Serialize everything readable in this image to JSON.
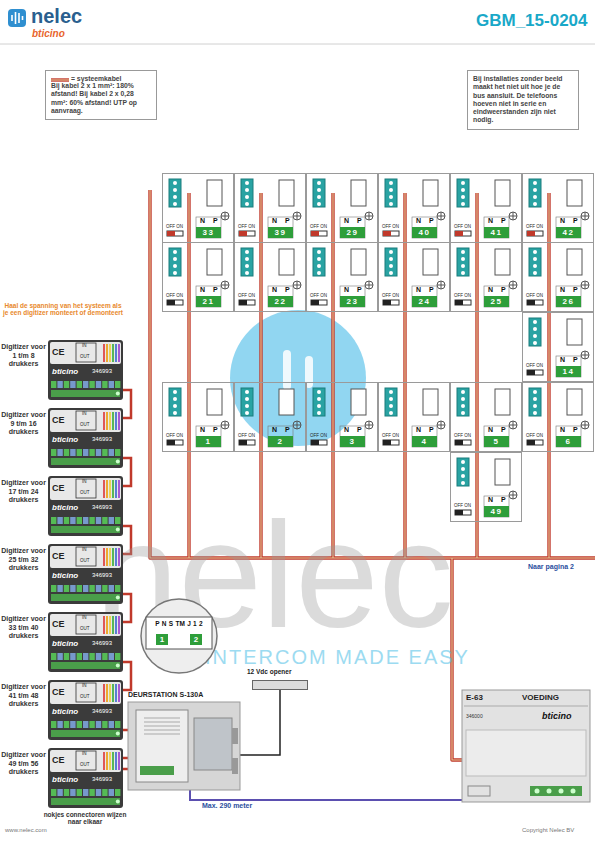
{
  "diagram": {
    "title": "GBM_15-0204",
    "nodes": [
      {
        "text": [
          "= systeemkabel",
          "Bij kabel 2 x 1 mm²: 180% afstand! Bij kabel 2 x 0,28 mm²: 60% afstand! UTP op aanvraag."
        ]
      },
      {
        "text": [
          "Bij installaties zonder beeld maakt het niet uit hoe je de bus aansluit. De telefoons hoeven niet in serie en eindweerstanden zijn niet nodig."
        ]
      },
      {
        "text": [
          "OFF ON",
          "N",
          "P",
          "33"
        ]
      },
      {
        "text": [
          "OFF ON",
          "N",
          "P",
          "39"
        ]
      },
      {
        "text": [
          "OFF ON",
          "N",
          "P",
          "29"
        ]
      },
      {
        "text": [
          "OFF ON",
          "N",
          "P",
          "40"
        ]
      },
      {
        "text": [
          "OFF ON",
          "N",
          "P",
          "41"
        ]
      },
      {
        "text": [
          "OFF ON",
          "N",
          "P",
          "42"
        ]
      },
      {
        "text": [
          "OFF ON",
          "N",
          "P",
          "21"
        ]
      },
      {
        "text": [
          "OFF ON",
          "N",
          "P",
          "22"
        ]
      },
      {
        "text": [
          "OFF ON",
          "N",
          "P",
          "23"
        ]
      },
      {
        "text": [
          "OFF ON",
          "N",
          "P",
          "24"
        ]
      },
      {
        "text": [
          "OFF ON",
          "N",
          "P",
          "25"
        ]
      },
      {
        "text": [
          "OFF ON",
          "N",
          "P",
          "26"
        ]
      },
      {
        "text": [
          "OFF ON",
          "N",
          "P",
          "14"
        ]
      },
      {
        "text": [
          "OFF ON",
          "N",
          "P",
          "1"
        ]
      },
      {
        "text": [
          "OFF ON",
          "N",
          "P",
          "2"
        ]
      },
      {
        "text": [
          "OFF ON",
          "N",
          "P",
          "3"
        ]
      },
      {
        "text": [
          "OFF ON",
          "N",
          "P",
          "4"
        ]
      },
      {
        "text": [
          "OFF ON",
          "N",
          "P",
          "5"
        ]
      },
      {
        "text": [
          "OFF ON",
          "N",
          "P",
          "6"
        ]
      },
      {
        "text": [
          "OFF ON",
          "N",
          "P",
          "49"
        ]
      },
      {
        "text": [
          "Digitizer voor 1 t/m 8 drukkers",
          "CE",
          "IN",
          "OUT",
          "bticino",
          "346993"
        ]
      },
      {
        "text": [
          "Digitizer voor 9 t/m 16 drukkers",
          "CE",
          "IN",
          "OUT",
          "bticino",
          "346993"
        ]
      },
      {
        "text": [
          "Digitizer voor 17 t/m 24 drukkers",
          "CE",
          "IN",
          "OUT",
          "bticino",
          "346993"
        ]
      },
      {
        "text": [
          "Digitizer voor 25 t/m 32 drukkers",
          "CE",
          "IN",
          "OUT",
          "bticino",
          "346993"
        ]
      },
      {
        "text": [
          "Digitizer voor 33 t/m 40 drukkers",
          "CE",
          "IN",
          "OUT",
          "bticino",
          "346993"
        ]
      },
      {
        "text": [
          "Digitizer voor 41 t/m 48 drukkers",
          "CE",
          "IN",
          "OUT",
          "bticino",
          "346993"
        ]
      },
      {
        "text": [
          "Digitizer voor 49 t/m 56 drukkers",
          "CE",
          "IN",
          "OUT",
          "bticino",
          "346993"
        ]
      },
      {
        "text": [
          "P N S TM J 1 2",
          "1",
          "2"
        ]
      },
      {
        "text": [
          "12 Vdc opener"
        ]
      },
      {
        "text": [
          "DEURSTATION S-130A"
        ]
      },
      {
        "text": [
          "E-63",
          "VOEDING",
          "bticino",
          "346000"
        ]
      }
    ],
    "edges": [
      {
        "from": 22,
        "to": 23,
        "arrow": "none"
      },
      {
        "from": 23,
        "to": 24,
        "arrow": "none"
      },
      {
        "from": 24,
        "to": 25,
        "arrow": "none"
      },
      {
        "from": 25,
        "to": 26,
        "arrow": "none"
      },
      {
        "from": 26,
        "to": 27,
        "arrow": "none"
      },
      {
        "from": 27,
        "to": 28,
        "arrow": "none"
      },
      {
        "from": 28,
        "to": 31,
        "arrow": "none"
      },
      {
        "from": 31,
        "to": 30,
        "arrow": "none"
      },
      {
        "from": 31,
        "to": 32,
        "label": "Max. 290 meter",
        "arrow": "none"
      }
    ],
    "labels": [
      "nelec",
      "bticino",
      "Haal de spanning van het systeem als je een digitizer monteert of demonteert",
      "nokjes connectoren wijzen naar elkaar",
      "Naar pagina 2",
      "www.nelec.com",
      "Copyright Nelec BV",
      "nelec",
      "INTERCOM MADE EASY"
    ]
  }
}
